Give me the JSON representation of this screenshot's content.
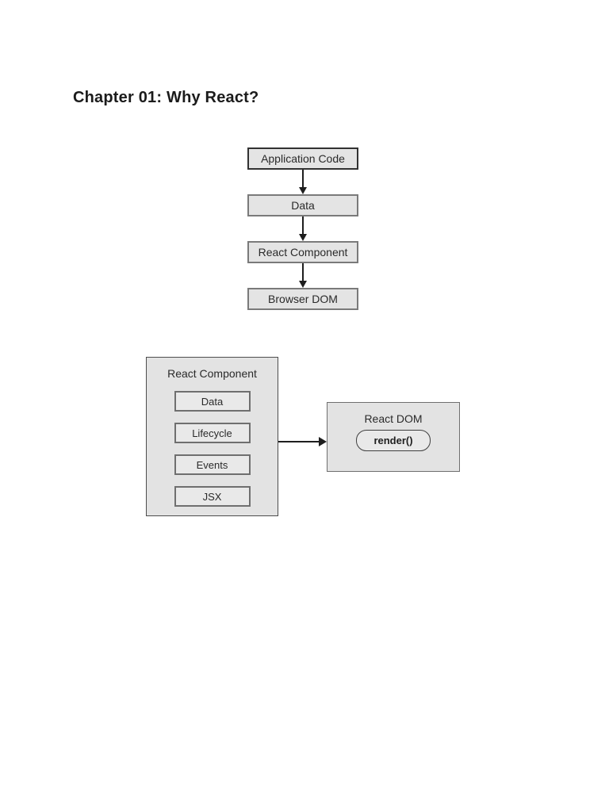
{
  "heading": "Chapter 01: Why React?",
  "flow": {
    "nodes": [
      {
        "label": "Application Code"
      },
      {
        "label": "Data"
      },
      {
        "label": "React Component"
      },
      {
        "label": "Browser DOM"
      }
    ]
  },
  "component": {
    "title": "React Component",
    "items": [
      {
        "label": "Data"
      },
      {
        "label": "Lifecycle"
      },
      {
        "label": "Events"
      },
      {
        "label": "JSX"
      }
    ]
  },
  "reactdom": {
    "title": "React DOM",
    "method": "render()"
  },
  "colors": {
    "box_fill": "#e4e4e4",
    "box_border": "#7a7a7a",
    "dark_border": "#323232",
    "arrow": "#1e1e1e",
    "text": "#2a2a2a",
    "page_background": "#ffffff"
  }
}
